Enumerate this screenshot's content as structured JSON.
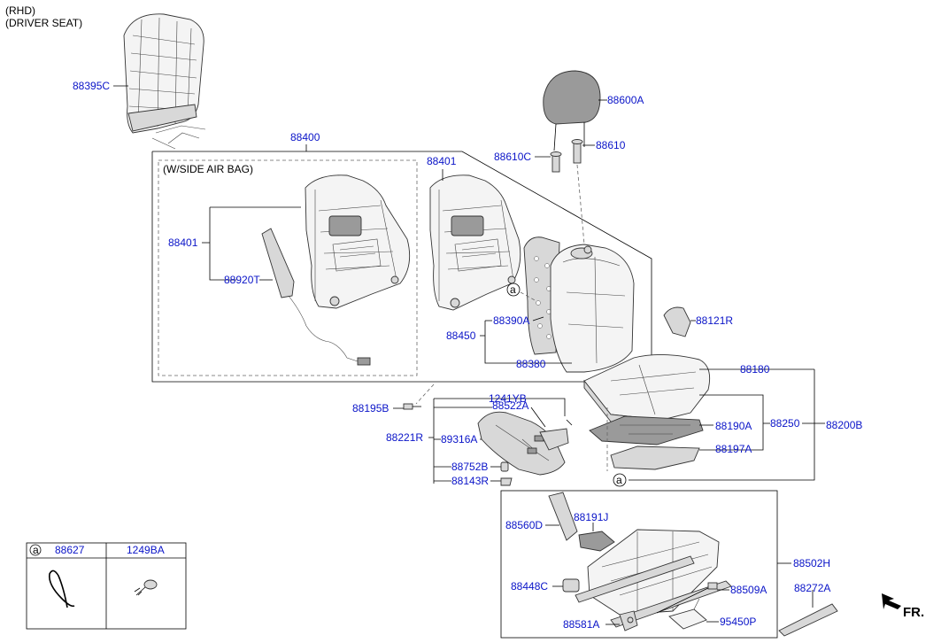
{
  "header": {
    "line1": "(RHD)",
    "line2": "(DRIVER SEAT)"
  },
  "side_airbag_box_label": "(W/SIDE AIR BAG)",
  "direction": {
    "label": "FR."
  },
  "callouts": {
    "p88395C": "88395C",
    "p88400": "88400",
    "p88401_left": "88401",
    "p88401_right": "88401",
    "p88920T": "88920T",
    "p88600A": "88600A",
    "p88610C": "88610C",
    "p88610": "88610",
    "p88390A": "88390A",
    "p88450": "88450",
    "p88380": "88380",
    "p88121R": "88121R",
    "p88180": "88180",
    "p88190A": "88190A",
    "p88250": "88250",
    "p88200B": "88200B",
    "p88197A": "88197A",
    "p88195B": "88195B",
    "p1241YB": "1241YB",
    "p88522A": "88522A",
    "p88221R": "88221R",
    "p89316A": "89316A",
    "p88752B": "88752B",
    "p88143R": "88143R",
    "p88502H": "88502H",
    "p88560D": "88560D",
    "p88191J": "88191J",
    "p88448C": "88448C",
    "p88509A": "88509A",
    "p88581A": "88581A",
    "p95450P": "95450P",
    "p88272A": "88272A"
  },
  "ref_marker": "a",
  "legend_table": {
    "marker": "a",
    "col1": "88627",
    "col2": "1249BA"
  }
}
